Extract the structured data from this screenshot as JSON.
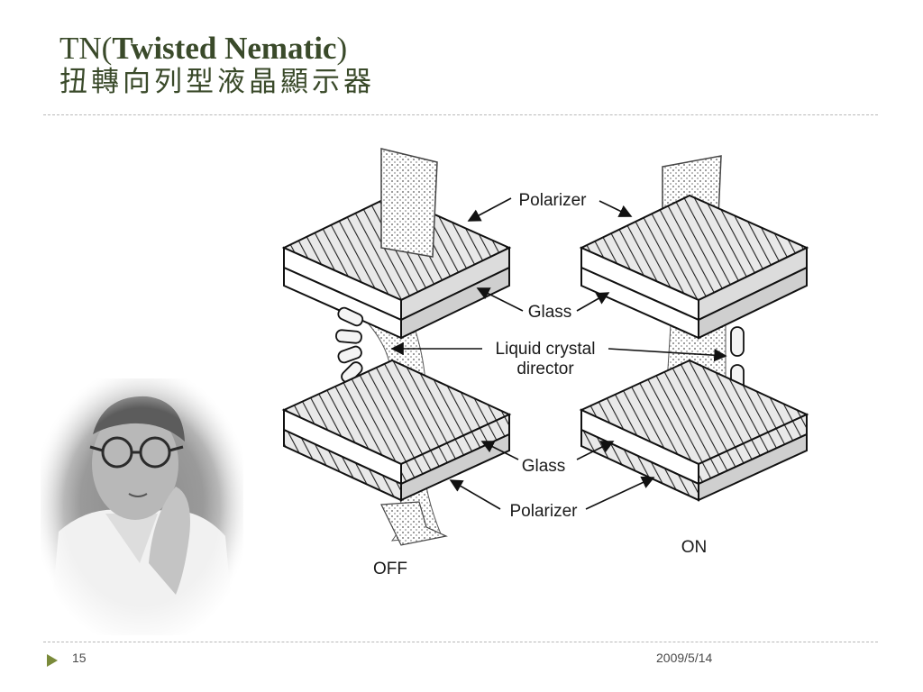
{
  "slide": {
    "title_prefix": "TN(",
    "title_bold": "Twisted Nematic",
    "title_suffix": ")",
    "subtitle": "扭轉向列型液晶顯示器"
  },
  "diagram": {
    "labels": {
      "polarizer_top": "Polarizer",
      "glass_top": "Glass",
      "lc_line1": "Liquid crystal",
      "lc_line2": "director",
      "glass_bottom": "Glass",
      "polarizer_bottom": "Polarizer",
      "state_off": "OFF",
      "state_on": "ON"
    }
  },
  "footer": {
    "page_number": "15",
    "date": "2009/5/14"
  },
  "colors": {
    "title": "#3a4a2a",
    "bullet": "#7a8a3a",
    "rule": "#b9b9b9"
  }
}
